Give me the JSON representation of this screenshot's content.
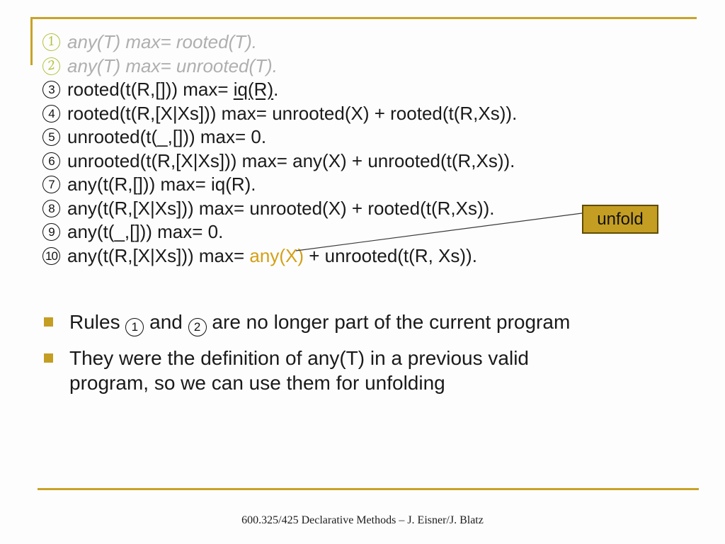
{
  "colors": {
    "gold": "#C9A227",
    "olive": "#B2C13C",
    "ghost-gray": "#AFAFAF",
    "highlight": "#D4A017",
    "box-fill": "#C49E23",
    "box-border": "#5F4C00",
    "text": "#1A1A1A"
  },
  "rules": [
    {
      "num": "1",
      "text": "any(T) max= rooted(T)."
    },
    {
      "num": "2",
      "text": "any(T) max= unrooted(T)."
    },
    {
      "num": "3",
      "pre": "rooted(t(R,[])) max= ",
      "underlined": "iq(R)",
      "post": "."
    },
    {
      "num": "4",
      "text": "rooted(t(R,[X|Xs])) max= unrooted(X) + rooted(t(R,Xs))."
    },
    {
      "num": "5",
      "text": "unrooted(t(_,[])) max= 0."
    },
    {
      "num": "6",
      "text": "unrooted(t(R,[X|Xs])) max= any(X) + unrooted(t(R,Xs))."
    },
    {
      "num": "7",
      "text": "any(t(R,[])) max= iq(R)."
    },
    {
      "num": "8",
      "text": "any(t(R,[X|Xs])) max= unrooted(X) + rooted(t(R,Xs))."
    },
    {
      "num": "9",
      "text": "any(t(_,[])) max= 0."
    },
    {
      "num": "10",
      "pre": "any(t(R,[X|Xs])) max= ",
      "highlighted": "any(X)",
      "post": " + unrooted(t(R, Xs))."
    }
  ],
  "callout": {
    "label": "unfold"
  },
  "bullets": {
    "first": {
      "pre": "Rules ",
      "circle1": "1",
      "mid": " and ",
      "circle2": "2",
      "post": " are no longer part of the current program"
    },
    "second": {
      "text": "They were the definition of any(T) in a previous valid program, so we can use them for unfolding"
    }
  },
  "footer": {
    "text": "600.325/425 Declarative Methods – J. Eisner/J. Blatz"
  }
}
